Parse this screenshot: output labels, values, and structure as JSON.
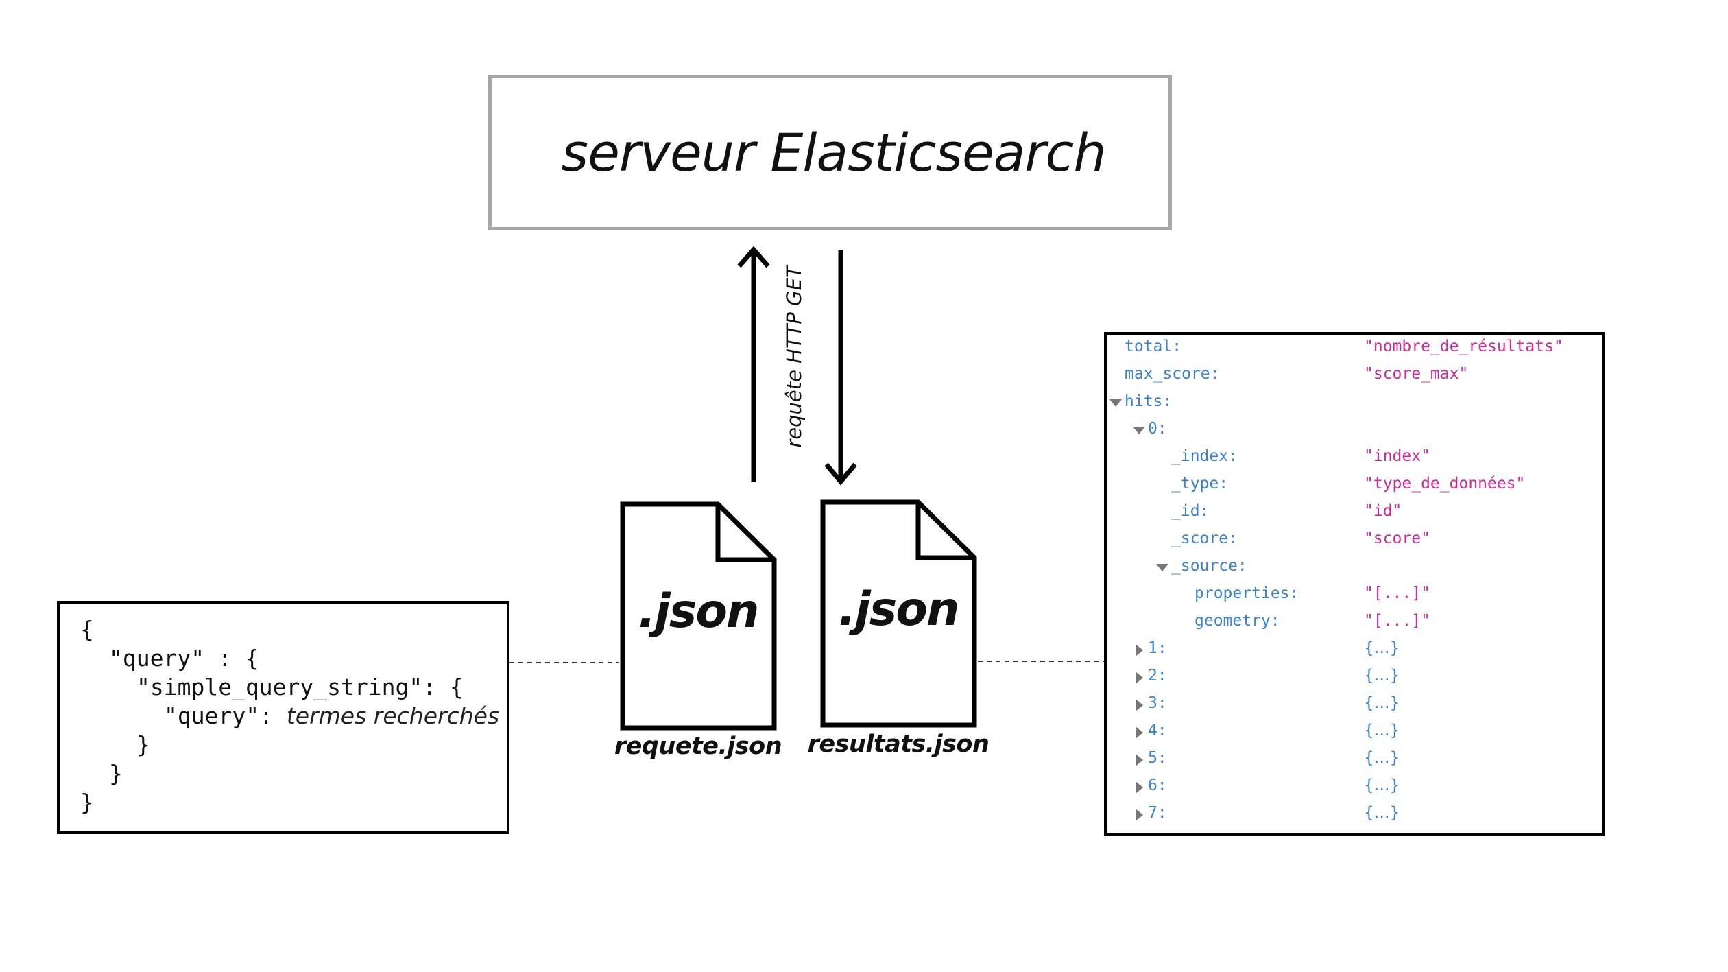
{
  "server": {
    "title": "serveur Elasticsearch"
  },
  "request_label": "requête HTTP GET",
  "query_code": {
    "lines": [
      "{",
      "\"query\" : {",
      "\"simple_query_string\": {",
      "\"query\":",
      "}",
      "}",
      "}"
    ],
    "query_value": "termes recherchés"
  },
  "files": {
    "request": {
      "ext": ".json",
      "name": "requete.json"
    },
    "results": {
      "ext": ".json",
      "name": "resultats.json"
    }
  },
  "results": {
    "rows": [
      {
        "key": "total:",
        "value": "\"nombre_de_résultats\""
      },
      {
        "key": "max_score:",
        "value": "\"score_max\""
      },
      {
        "key": "hits:",
        "value": ""
      },
      {
        "key": "0:",
        "value": ""
      },
      {
        "key": "_index:",
        "value": "\"index\""
      },
      {
        "key": "_type:",
        "value": "\"type_de_données\""
      },
      {
        "key": "_id:",
        "value": "\"id\""
      },
      {
        "key": "_score:",
        "value": "\"score\""
      },
      {
        "key": "_source:",
        "value": ""
      },
      {
        "key": "properties:",
        "value": "\"[...]\""
      },
      {
        "key": "geometry:",
        "value": "\"[...]\""
      },
      {
        "key": "1:",
        "value": "{…}"
      },
      {
        "key": "2:",
        "value": "{…}"
      },
      {
        "key": "3:",
        "value": "{…}"
      },
      {
        "key": "4:",
        "value": "{…}"
      },
      {
        "key": "5:",
        "value": "{…}"
      },
      {
        "key": "6:",
        "value": "{…}"
      },
      {
        "key": "7:",
        "value": "{…}"
      }
    ]
  },
  "colors": {
    "key": "#3b83d1",
    "string_value": "#d4279a",
    "object_value": "#3b83d1",
    "server_border": "#a6a6a6"
  }
}
